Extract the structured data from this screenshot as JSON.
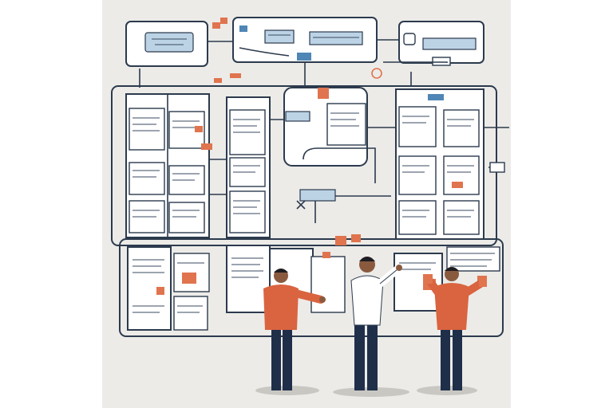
{
  "scene": {
    "image_type": "illustration",
    "colors": {
      "board": "#ecebe8",
      "outline": "#2c3a4d",
      "highlight_blue": "#bcd3e6",
      "accent_orange": "#e0744e",
      "shirt_orange": "#d9643f",
      "shirt_white": "#ffffff",
      "trousers_navy": "#1f2f4a",
      "skin": "#8a5a3e",
      "hair": "#1d1d22"
    },
    "icons": [
      "chart-icon",
      "document-icon",
      "gear-icon",
      "arrow-icon",
      "cross-icon"
    ],
    "people": [
      {
        "role": "person-left",
        "shirt": "orange",
        "pose": "pointing-at-board"
      },
      {
        "role": "person-center",
        "shirt": "white",
        "pose": "writing-on-board"
      },
      {
        "role": "person-right",
        "shirt": "orange",
        "pose": "holding-items"
      }
    ]
  }
}
